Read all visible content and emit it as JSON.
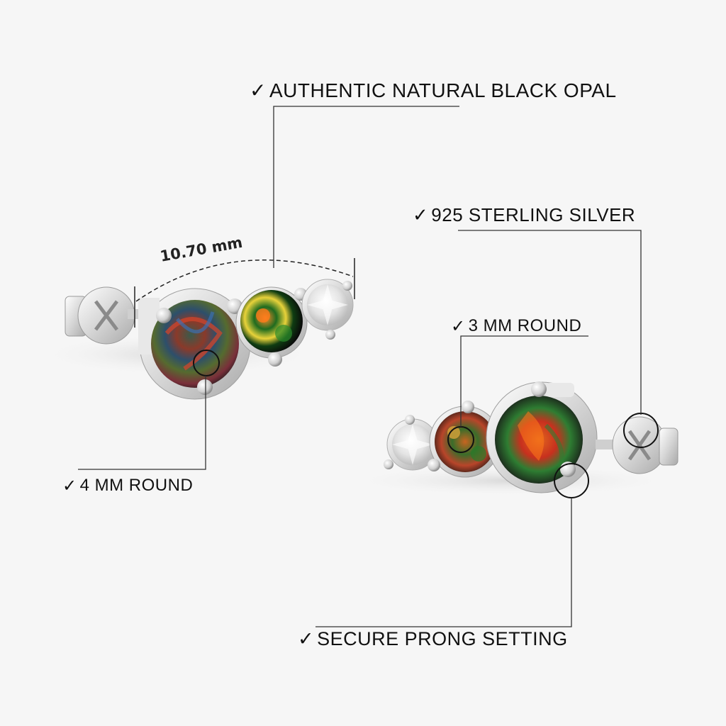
{
  "callouts": {
    "opal_type": "AUTHENTIC NATURAL BLACK OPAL",
    "metal": "925 STERLING SILVER",
    "small_stone": "3 MM ROUND",
    "large_stone": "4 MM ROUND",
    "setting": "SECURE PRONG SETTING"
  },
  "dimension": {
    "length": "10.70 mm"
  },
  "icons": {
    "check": "✓"
  },
  "colors": {
    "background": "#f6f6f6",
    "leader_line": "#333333",
    "silver": "#dcdcdc",
    "opal_dark": "#1a1f1a"
  }
}
